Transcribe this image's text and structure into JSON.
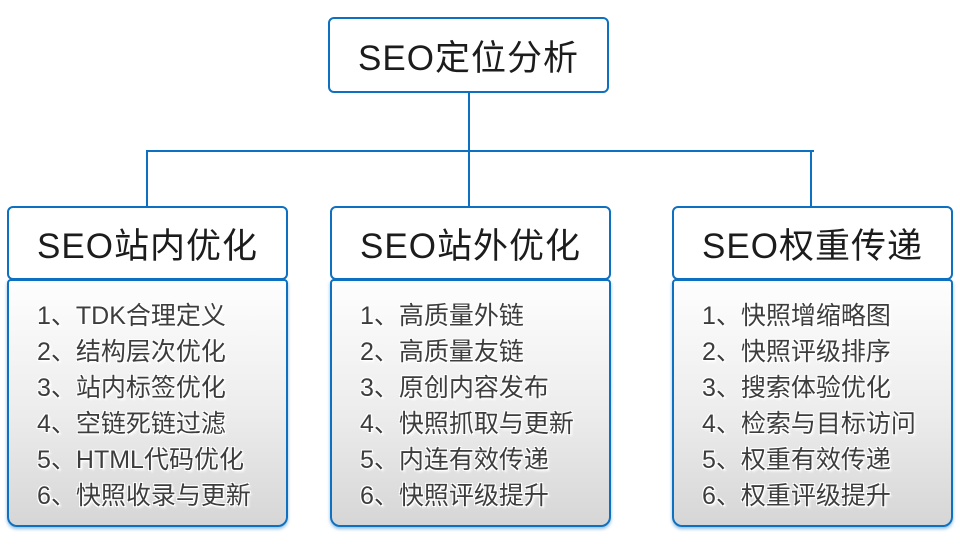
{
  "diagram": {
    "root": {
      "title": "SEO定位分析"
    },
    "branches": [
      {
        "title": "SEO站内优化",
        "items": [
          "1、TDK合理定义",
          "2、结构层次优化",
          "3、站内标签优化",
          "4、空链死链过滤",
          "5、HTML代码优化",
          "6、快照收录与更新"
        ]
      },
      {
        "title": "SEO站外优化",
        "items": [
          "1、高质量外链",
          "2、高质量友链",
          "3、原创内容发布",
          "4、快照抓取与更新",
          "5、内连有效传递",
          "6、快照评级提升"
        ]
      },
      {
        "title": "SEO权重传递",
        "items": [
          "1、快照增缩略图",
          "2、快照评级排序",
          "3、搜索体验优化",
          "4、检索与目标访问",
          "5、权重有效传递",
          "6、权重评级提升"
        ]
      }
    ],
    "colors": {
      "accent": "#0d70c0",
      "header_text": "#1c1c1c",
      "item_text": "#3d3d3d",
      "panel_gradient_top": "#fefefe",
      "panel_gradient_bottom": "#d6d6d6"
    }
  }
}
